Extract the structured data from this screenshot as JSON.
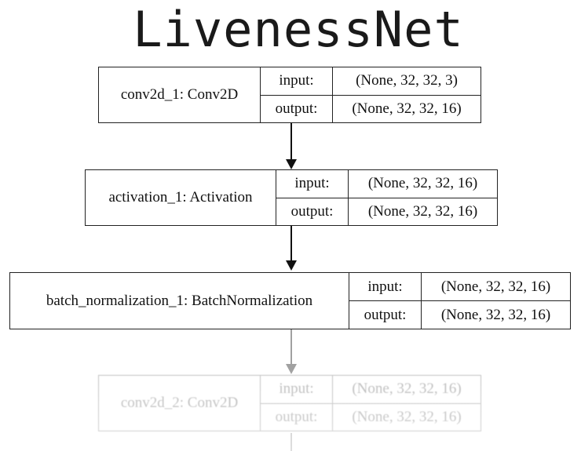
{
  "title": "LivenessNet",
  "layers": [
    {
      "name": "conv2d_1: Conv2D",
      "input_label": "input:",
      "input_value": "(None, 32, 32, 3)",
      "output_label": "output:",
      "output_value": "(None, 32, 32, 16)"
    },
    {
      "name": "activation_1: Activation",
      "input_label": "input:",
      "input_value": "(None, 32, 32, 16)",
      "output_label": "output:",
      "output_value": "(None, 32, 32, 16)"
    },
    {
      "name": "batch_normalization_1: BatchNormalization",
      "input_label": "input:",
      "input_value": "(None, 32, 32, 16)",
      "output_label": "output:",
      "output_value": "(None, 32, 32, 16)"
    },
    {
      "name": "conv2d_2: Conv2D",
      "input_label": "input:",
      "input_value": "(None, 32, 32, 16)",
      "output_label": "output:",
      "output_value": "(None, 32, 32, 16)"
    }
  ]
}
